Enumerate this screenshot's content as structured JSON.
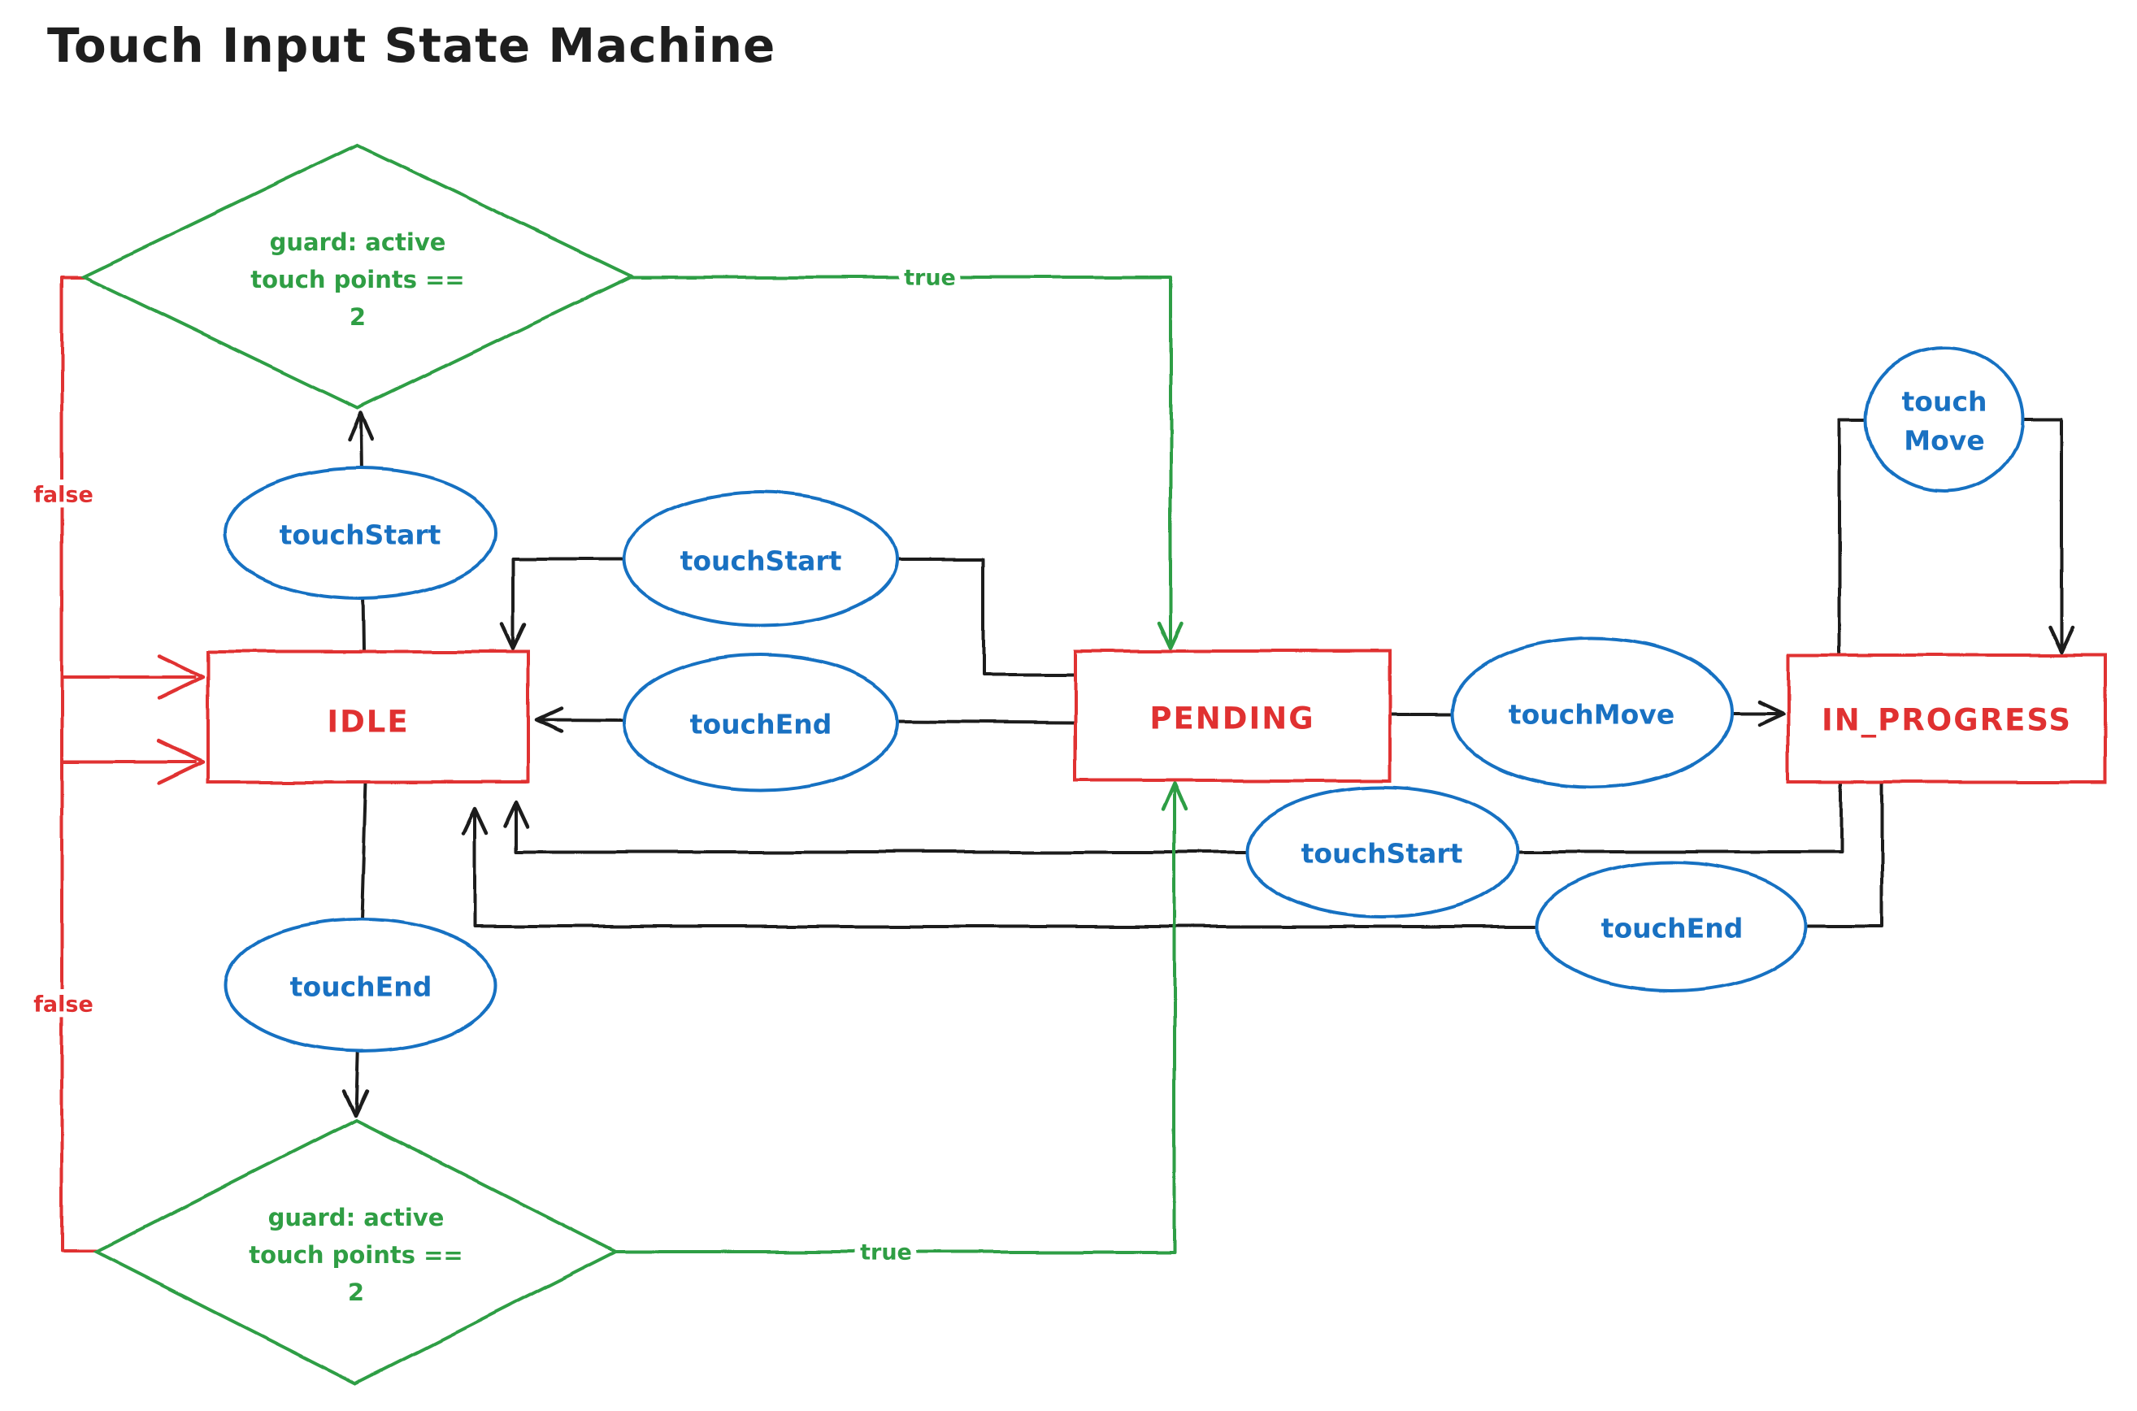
{
  "title": "Touch Input State Machine",
  "colors": {
    "state": "#e03131",
    "event": "#1971c2",
    "guard": "#2f9e44",
    "connector": "#1e1e1e",
    "background": "#ffffff"
  },
  "states": {
    "idle": {
      "label": "IDLE"
    },
    "pending": {
      "label": "PENDING"
    },
    "in_progress": {
      "label": "IN_PROGRESS"
    }
  },
  "guards": {
    "top": {
      "lines": [
        "guard: active",
        "touch points ==",
        "2"
      ]
    },
    "bottom": {
      "lines": [
        "guard: active",
        "touch points ==",
        "2"
      ]
    }
  },
  "events": {
    "touchstart_left": {
      "label": "touchStart"
    },
    "touchstart_mid": {
      "label": "touchStart"
    },
    "touchend_mid": {
      "label": "touchEnd"
    },
    "touchmove": {
      "label": "touchMove"
    },
    "touchmove_loop": {
      "lines": [
        "touch",
        "Move"
      ]
    },
    "touchstart_return": {
      "label": "touchStart"
    },
    "touchend_return": {
      "label": "touchEnd"
    },
    "touchend_left": {
      "label": "touchEnd"
    }
  },
  "edge_labels": {
    "true_top": "true",
    "true_bottom": "true",
    "false_top": "false",
    "false_bottom": "false"
  }
}
